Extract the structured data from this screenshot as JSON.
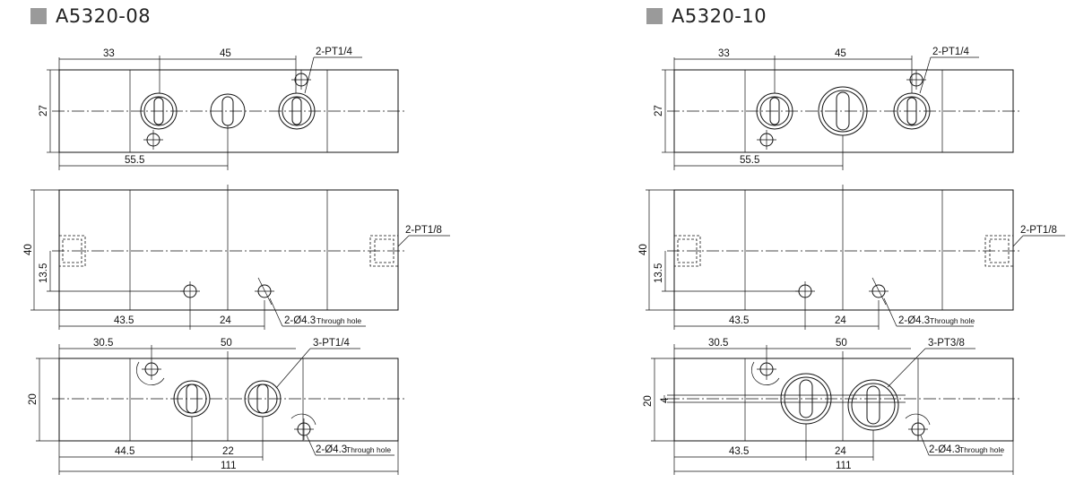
{
  "left": {
    "title": "A5320-08",
    "top_view": {
      "dim_a": "33",
      "dim_b": "45",
      "port_label": "2-PT1/4",
      "height": "27",
      "offset": "55.5"
    },
    "side_view": {
      "height": "40",
      "offset_v": "13.5",
      "port_label": "2-PT1/8",
      "dim_a": "43.5",
      "dim_b": "24",
      "hole_label": "2-Ø4.3",
      "hole_note": "Through hole"
    },
    "bottom_view": {
      "dim_a": "30.5",
      "dim_b": "50",
      "port_label": "3-PT1/4",
      "height": "20",
      "dim_c": "44.5",
      "dim_d": "22",
      "length": "111",
      "hole_label": "2-Ø4.3",
      "hole_note": "Through hole"
    }
  },
  "right": {
    "title": "A5320-10",
    "top_view": {
      "dim_a": "33",
      "dim_b": "45",
      "port_label": "2-PT1/4",
      "height": "27",
      "offset": "55.5"
    },
    "side_view": {
      "height": "40",
      "offset_v": "13.5",
      "port_label": "2-PT1/8",
      "dim_a": "43.5",
      "dim_b": "24",
      "hole_label": "2-Ø4.3",
      "hole_note": "Through hole"
    },
    "bottom_view": {
      "dim_a": "30.5",
      "dim_b": "50",
      "port_label": "3-PT3/8",
      "height": "20",
      "height_small": "4",
      "dim_c": "43.5",
      "dim_d": "24",
      "length": "111",
      "hole_label": "2-Ø4.3",
      "hole_note": "Through hole"
    }
  },
  "colors": {
    "line": "#111111",
    "title_marker": "#9a9a9a"
  }
}
